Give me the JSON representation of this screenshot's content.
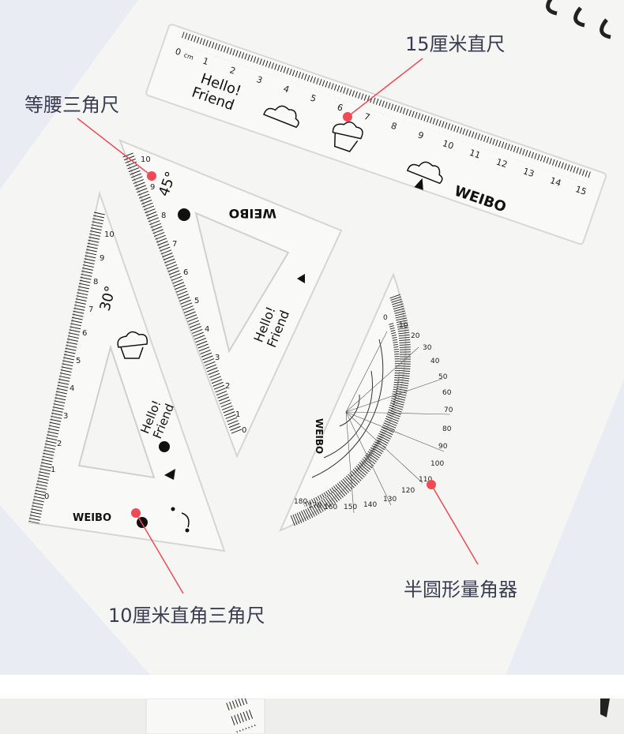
{
  "callouts": {
    "ruler_15cm": "15厘米直尺",
    "isosceles_triangle": "等腰三角尺",
    "protractor": "半圆形量角器",
    "right_triangle_10cm": "10厘米直角三角尺"
  },
  "products": {
    "ruler": {
      "unit": "cm",
      "numbers": [
        "0",
        "1",
        "2",
        "3",
        "4",
        "5",
        "6",
        "7",
        "8",
        "9",
        "10",
        "11",
        "12",
        "13",
        "14",
        "15"
      ],
      "slogan_line1": "Hello!",
      "slogan_line2": "Friend",
      "brand": "WEIBO"
    },
    "triangle_45": {
      "angle": "45°",
      "numbers": [
        "0",
        "1",
        "2",
        "3",
        "4",
        "5",
        "6",
        "7",
        "8",
        "9",
        "10"
      ],
      "slogan_line1": "Hello!",
      "slogan_line2": "Friend",
      "brand": "WEIBO"
    },
    "triangle_30": {
      "angle": "30°",
      "numbers": [
        "0",
        "1",
        "2",
        "3",
        "4",
        "5",
        "6",
        "7",
        "8",
        "9",
        "10"
      ],
      "slogan_line1": "Hello!",
      "slogan_line2": "Friend",
      "brand": "WEIBO"
    },
    "protractor": {
      "outer_scale": [
        "0",
        "10",
        "20",
        "30",
        "40",
        "50",
        "60",
        "70",
        "80",
        "90",
        "100",
        "110",
        "120",
        "130",
        "140",
        "150",
        "160",
        "170",
        "180"
      ],
      "brand": "WEIBO"
    }
  },
  "colors": {
    "callout_line": "#ef4a55",
    "label_text": "#3a3d52",
    "paper": "#f5f5f3",
    "background": "#e9edf3"
  }
}
